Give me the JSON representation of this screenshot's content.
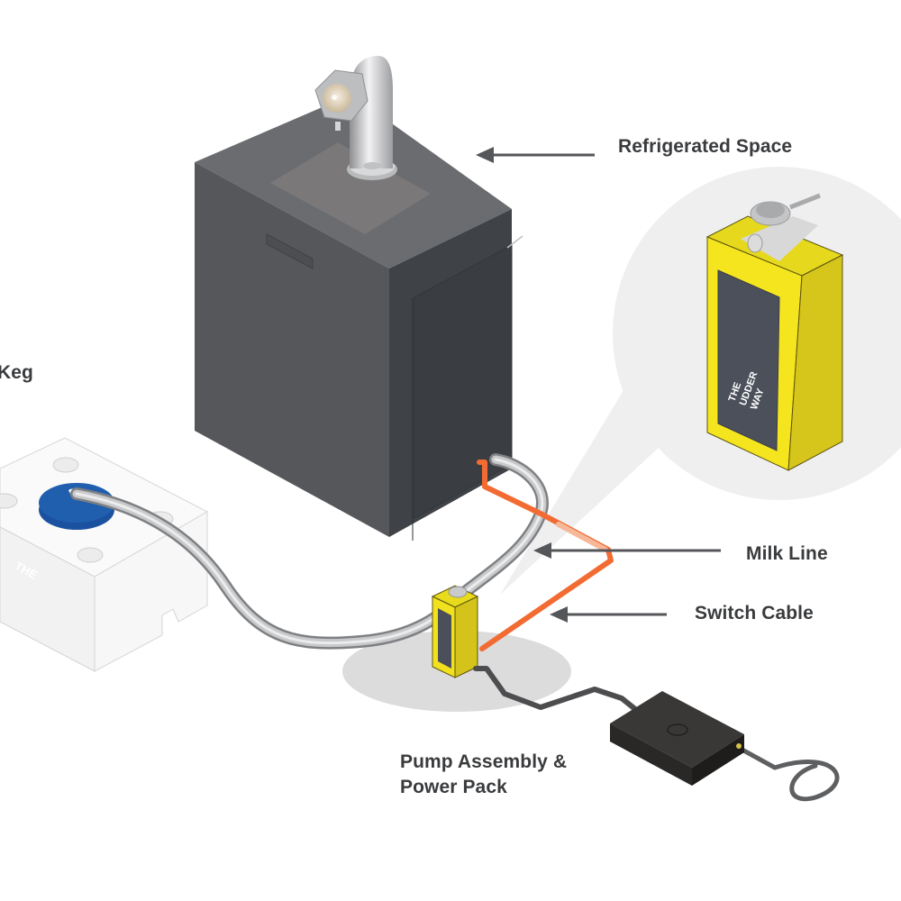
{
  "labels": {
    "refrigerated_space": "Refrigerated Space",
    "keg": "Keg",
    "milk_line": "Milk Line",
    "switch_cable": "Switch Cable",
    "pump_line1": "Pump Assembly &",
    "pump_line2": "Power Pack"
  },
  "branding": {
    "logo_text_1": "THE",
    "logo_text_2": "UDDER",
    "logo_text_3": "WAY"
  },
  "colors": {
    "fridge_front": "#55575b",
    "fridge_side": "#3f4246",
    "fridge_top": "#6a6c70",
    "pump_yellow": "#f2e21e",
    "switch_cable_orange": "#f26b33",
    "keg_cap_blue": "#1f5fae",
    "label_text": "#3a3b3d",
    "callout_bg": "#efeff0",
    "power_pack": "#2e2c2b"
  }
}
